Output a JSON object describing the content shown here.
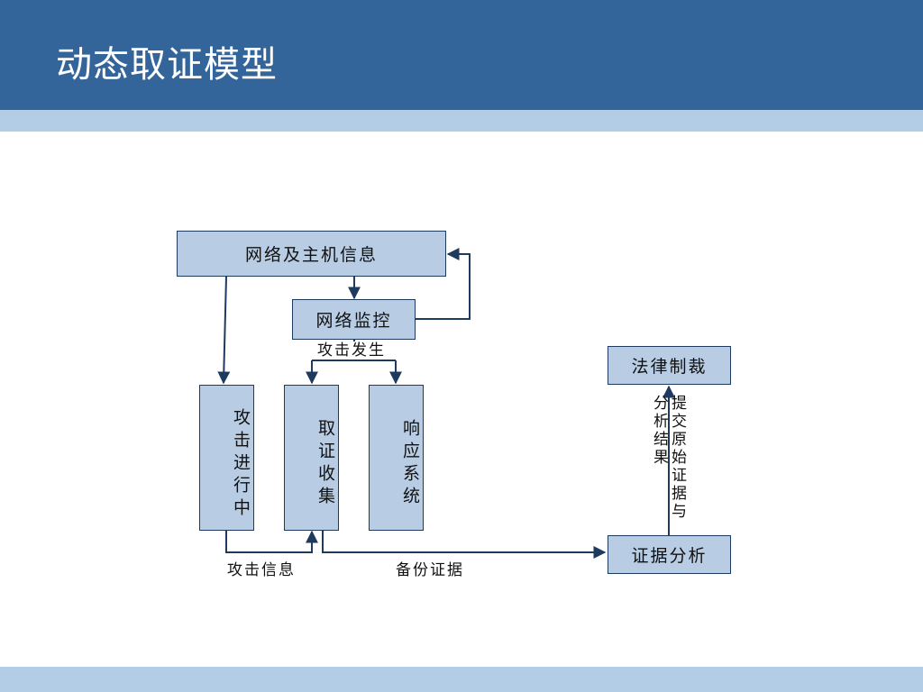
{
  "slide": {
    "title": "动态取证模型"
  },
  "diagram": {
    "nodes": {
      "network_host_info": "网络及主机信息",
      "network_monitor": "网络监控",
      "attack_in_progress": "攻击进行中",
      "forensic_collection": "取证收集",
      "response_system": "响应系统",
      "legal_sanction": "法律制裁",
      "evidence_analysis": "证据分析"
    },
    "labels": {
      "attack_occurs": "攻击发生",
      "attack_info": "攻击信息",
      "backup_evidence": "备份证据",
      "submit_evidence": "提交原始证据与分析结果"
    }
  },
  "colors": {
    "header": "#33659a",
    "band": "#b4cde6",
    "box_fill": "#b8cce4",
    "line": "#1f3a5f"
  }
}
